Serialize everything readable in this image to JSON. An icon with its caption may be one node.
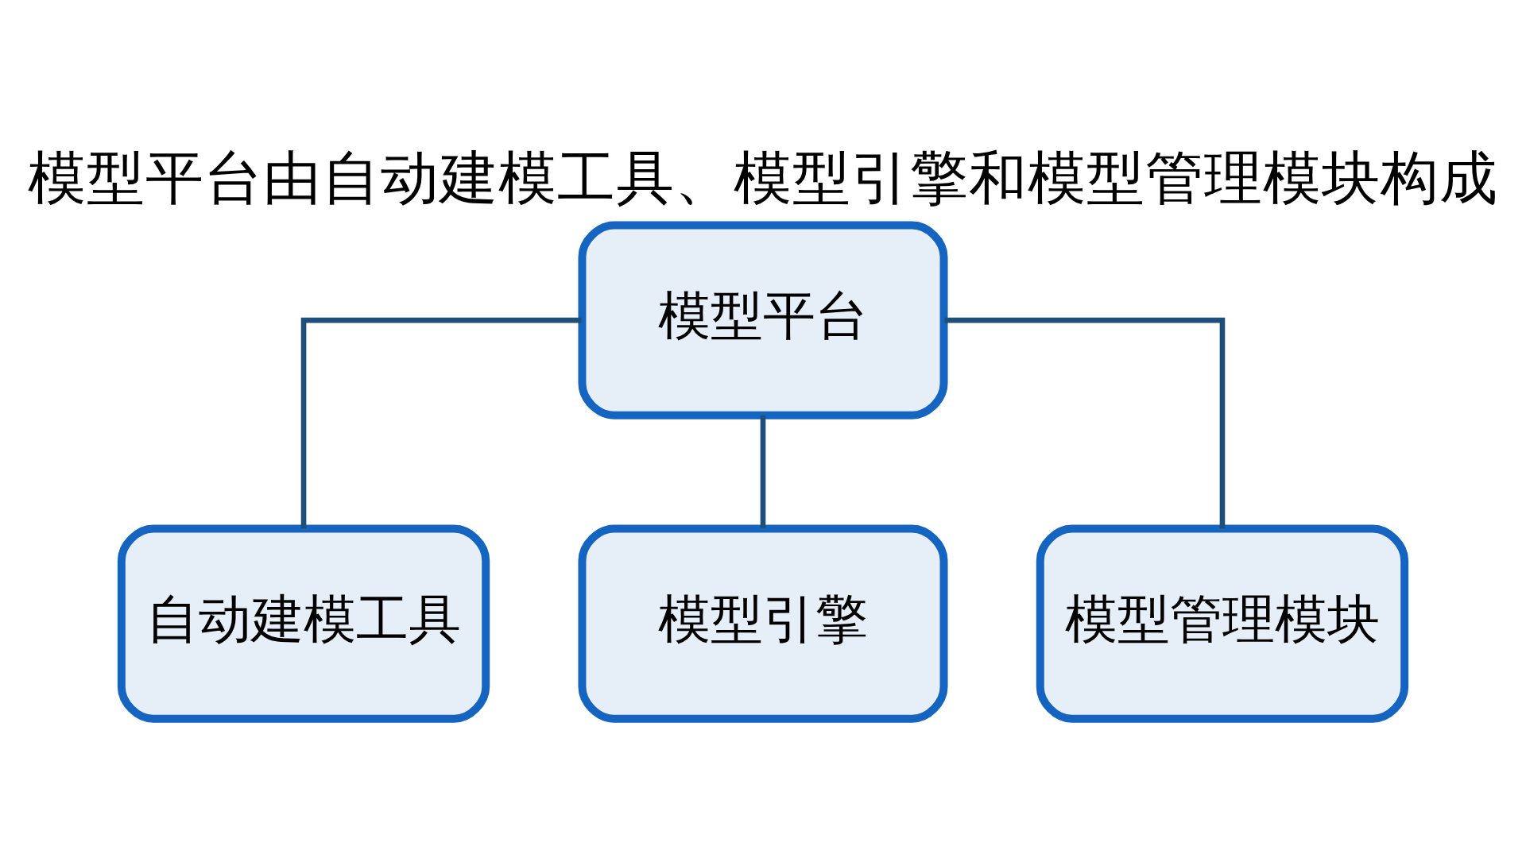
{
  "diagram": {
    "title": "模型平台由自动建模工具、模型引擎和模型管理模块构成",
    "nodes": [
      {
        "text": [
          "模型平台"
        ]
      },
      {
        "text": [
          "自动建模工具"
        ]
      },
      {
        "text": [
          "模型引擎"
        ]
      },
      {
        "text": [
          "模型管理模块"
        ]
      }
    ],
    "edges": [
      {
        "from": 0,
        "to": 1,
        "arrow": "none"
      },
      {
        "from": 0,
        "to": 2,
        "arrow": "none"
      },
      {
        "from": 0,
        "to": 3,
        "arrow": "none"
      }
    ]
  }
}
